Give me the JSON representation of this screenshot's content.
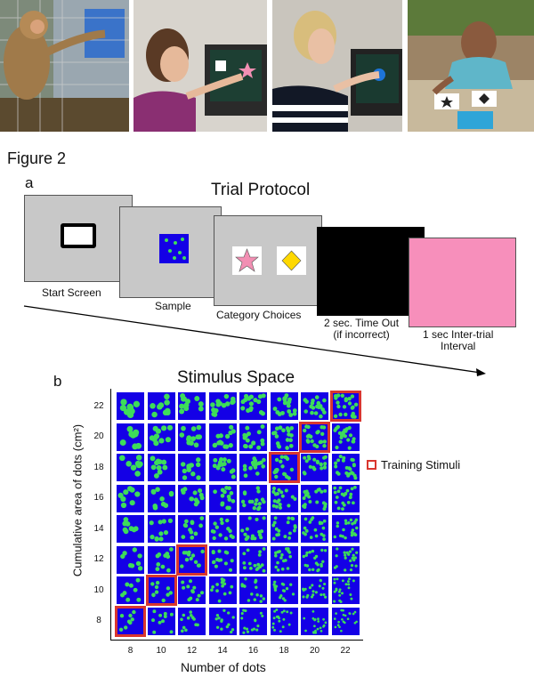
{
  "photos": [
    {
      "subject": "monkey at touchscreen"
    },
    {
      "subject": "child at computer screen"
    },
    {
      "subject": "adult at computer screen"
    },
    {
      "subject": "woman sorting cards"
    }
  ],
  "figure_label": "Figure 2",
  "panel_a": {
    "letter": "a",
    "title": "Trial Protocol",
    "steps": [
      {
        "label": "Start Screen"
      },
      {
        "label": "Sample"
      },
      {
        "label": "Category Choices"
      },
      {
        "label": "2 sec. Time Out\n(if incorrect)"
      },
      {
        "label": "1 sec Inter-trial\nInterval"
      }
    ],
    "colors": {
      "screen_gray": "#c8c8c8",
      "sample_blue": "#1400e6",
      "dot_green": "#3ddc5a",
      "timeout": "#000000",
      "iti": "#f78fbb",
      "star": "#f28fb3",
      "diamond": "#ffd800"
    }
  },
  "panel_b": {
    "letter": "b",
    "title": "Stimulus Space",
    "xlabel": "Number of dots",
    "ylabel": "Cumulative area of dots (cm²)",
    "legend": "Training Stimuli",
    "chart_data": {
      "type": "heatmap",
      "x": [
        8,
        10,
        12,
        14,
        16,
        18,
        20,
        22
      ],
      "y": [
        8,
        10,
        12,
        14,
        16,
        18,
        20,
        22
      ],
      "training_stimuli": [
        [
          8,
          8
        ],
        [
          10,
          10
        ],
        [
          12,
          12
        ],
        [
          18,
          18
        ],
        [
          20,
          20
        ],
        [
          22,
          22
        ]
      ],
      "xlabel": "Number of dots",
      "ylabel": "Cumulative area of dots (cm²)",
      "title": "Stimulus Space"
    }
  }
}
